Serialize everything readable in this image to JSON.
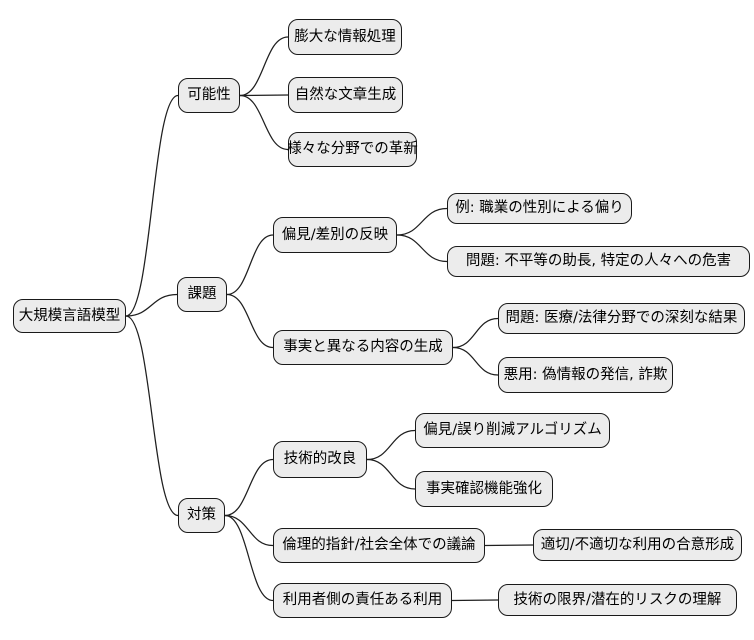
{
  "mindmap": {
    "type": "mindmap",
    "root": {
      "label": "大規模言語模型"
    },
    "branches": [
      {
        "label": "可能性",
        "children": [
          {
            "label": "膨大な情報処理"
          },
          {
            "label": "自然な文章生成"
          },
          {
            "label": "様々な分野での革新"
          }
        ]
      },
      {
        "label": "課題",
        "children": [
          {
            "label": "偏見/差別の反映",
            "children": [
              {
                "label": "例: 職業の性別による偏り"
              },
              {
                "label": "問題: 不平等の助長, 特定の人々への危害"
              }
            ]
          },
          {
            "label": "事実と異なる内容の生成",
            "children": [
              {
                "label": "問題: 医療/法律分野での深刻な結果"
              },
              {
                "label": "悪用: 偽情報の発信, 詐欺"
              }
            ]
          }
        ]
      },
      {
        "label": "対策",
        "children": [
          {
            "label": "技術的改良",
            "children": [
              {
                "label": "偏見/誤り削減アルゴリズム"
              },
              {
                "label": "事実確認機能強化"
              }
            ]
          },
          {
            "label": "倫理的指針/社会全体での議論",
            "children": [
              {
                "label": "適切/不適切な利用の合意形成"
              }
            ]
          },
          {
            "label": "利用者側の責任ある利用",
            "children": [
              {
                "label": "技術の限界/潜在的リスクの理解"
              }
            ]
          }
        ]
      }
    ],
    "colors": {
      "node_fill": "#ececec",
      "node_stroke": "#1a1a1a",
      "edge_stroke": "#1f1f1f",
      "text": "#000000",
      "background": "#ffffff"
    }
  }
}
